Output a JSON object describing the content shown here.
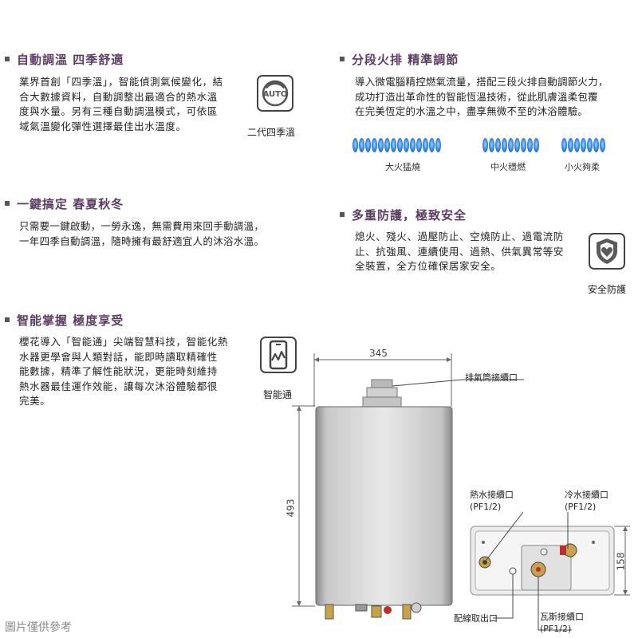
{
  "features": [
    {
      "title": "自動調溫  四季舒適",
      "lines": [
        "業界首創「四季溫」，智能偵測氣候變化，結",
        "合大數據資料，自動調整出最適合的熱水溫",
        "度與水量。另有三種自動調溫模式，可依區",
        "域氣溫變化彈性選擇最佳出水溫度。"
      ],
      "icon_label": "二代四季溫",
      "icon_name": "auto-season-icon",
      "icon_text": "AUTO"
    },
    {
      "title": "分段火排  精準調節",
      "lines": [
        "導入微電腦精控燃氣流量，搭配三段火排自動調節火力，",
        "成功打造出革命性的智能恆溫技術，從此肌膚溫柔包覆",
        "在完美恆定的水溫之中，盡享無微不至的沐浴體驗。"
      ],
      "flame_groups": [
        {
          "label": "大火猛燒",
          "count": 14
        },
        {
          "label": "中火穩燃",
          "count": 9
        },
        {
          "label": "小火夠柔",
          "count": 7
        }
      ]
    },
    {
      "title": "一鍵搞定 春夏秋冬",
      "lines": [
        "只需要一鍵啟動，一勞永逸，無需費用來回手動調溫，",
        "一年四季自動調溫，隨時擁有最舒適宜人的沐浴水溫。"
      ]
    },
    {
      "title": "多重防護，極致安全",
      "lines": [
        "熄火、殘火、過壓防止、空燒防止、過電流防",
        "止、抗強風、連續使用、過熱、供氣異常等安",
        "全裝置，全方位確保居家安全。"
      ],
      "icon_label": "安全防護",
      "icon_name": "shield-heart-icon"
    },
    {
      "title": "智能掌握  極度享受",
      "lines": [
        "櫻花導入「智能通」尖端智慧科技，智能化熱",
        "水器更學會與人類對話，能即時讀取精確性",
        "能數據，精準了解性能狀況，更能時刻維持",
        "熱水器最佳運作效能，讓每次沐浴體驗都很",
        "完美。"
      ],
      "icon_label": "智能通",
      "icon_name": "smart-tablet-icon"
    }
  ],
  "diagram": {
    "width_dim": "345",
    "height_dim": "493",
    "depth_dim": "158",
    "exhaust_label": "排氣筒接續口",
    "hot_water_label": "熱水接續口",
    "hot_water_spec": "(PF1/2)",
    "cold_water_label": "冷水接續口",
    "cold_water_spec": "(PF1/2)",
    "wiring_label": "配線取出口",
    "gas_label": "瓦斯接續口",
    "gas_spec": "(PF1/2)"
  },
  "footnote": "圖片僅供參考",
  "colors": {
    "title": "#5b3d62",
    "flame": "#2d7fe6"
  }
}
